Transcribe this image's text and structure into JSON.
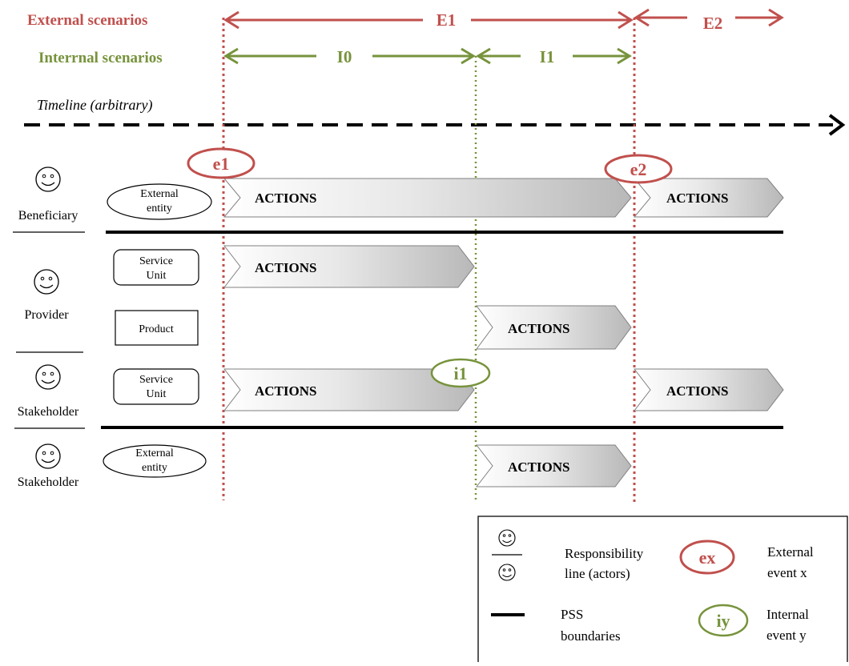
{
  "header": {
    "external_label": "External scenarios",
    "internal_label": "Interrnal scenarios",
    "timeline_label": "Timeline (arbitrary)",
    "E1": "E1",
    "E2": "E2",
    "I0": "I0",
    "I1": "I1"
  },
  "events": {
    "e1": "e1",
    "e2": "e2",
    "i1": "i1"
  },
  "actors": {
    "beneficiary": "Beneficiary",
    "provider": "Provider",
    "stakeholder1": "Stakeholder",
    "stakeholder2": "Stakeholder"
  },
  "entities": {
    "ext1_line1": "External",
    "ext1_line2": "entity",
    "su1_line1": "Service",
    "su1_line2": "Unit",
    "product": "Product",
    "su2_line1": "Service",
    "su2_line2": "Unit",
    "ext2_line1": "External",
    "ext2_line2": "entity"
  },
  "actions": {
    "a1": "ACTIONS",
    "a2": "ACTIONS",
    "a3": "ACTIONS",
    "a4": "ACTIONS",
    "a5": "ACTIONS",
    "a6": "ACTIONS",
    "a7": "ACTIONS"
  },
  "legend": {
    "resp_line1": "Responsibility",
    "resp_line2": "line (actors)",
    "ext_sym": "ex",
    "ext_line1": "External",
    "ext_line2": "event x",
    "pss_line1": "PSS",
    "pss_line2": "boundaries",
    "int_sym": "iy",
    "int_line1": "Internal",
    "int_line2": "event y"
  },
  "colors": {
    "external": "#c0504d",
    "internal": "#77933c"
  }
}
